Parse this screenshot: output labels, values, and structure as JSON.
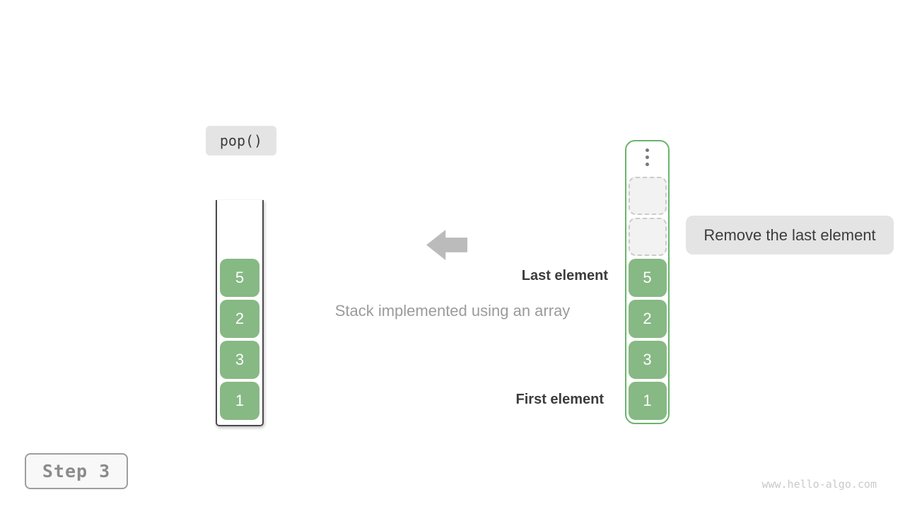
{
  "colors": {
    "cell_green": "#87b984",
    "container_border": "#68b56b",
    "stack_border": "#4a4a4a",
    "badge_bg": "#e4e4e4",
    "arrow_gray": "#bbbbbb",
    "dark_text": "#3c3c3c",
    "muted_text": "#9b9b9b",
    "step_text": "#8b8b8b",
    "watermark": "#c9c9c9",
    "empty_fill": "#f2f2f2",
    "empty_border": "#cbcbcb",
    "dots": "#777777"
  },
  "operation": {
    "label": "pop()"
  },
  "left_stack": {
    "cells": [
      "5",
      "2",
      "3",
      "1"
    ]
  },
  "right_array": {
    "ellipsis_icon": "vertical-dots",
    "empty_slots": [
      "",
      ""
    ],
    "cells": [
      "5",
      "2",
      "3",
      "1"
    ]
  },
  "annotations": {
    "last_element": "Last element",
    "first_element": "First element",
    "caption": "Stack implemented using an array",
    "remove_note": "Remove the last element"
  },
  "step_badge": {
    "label": "Step 3"
  },
  "footer": {
    "watermark": "www.hello-algo.com"
  }
}
